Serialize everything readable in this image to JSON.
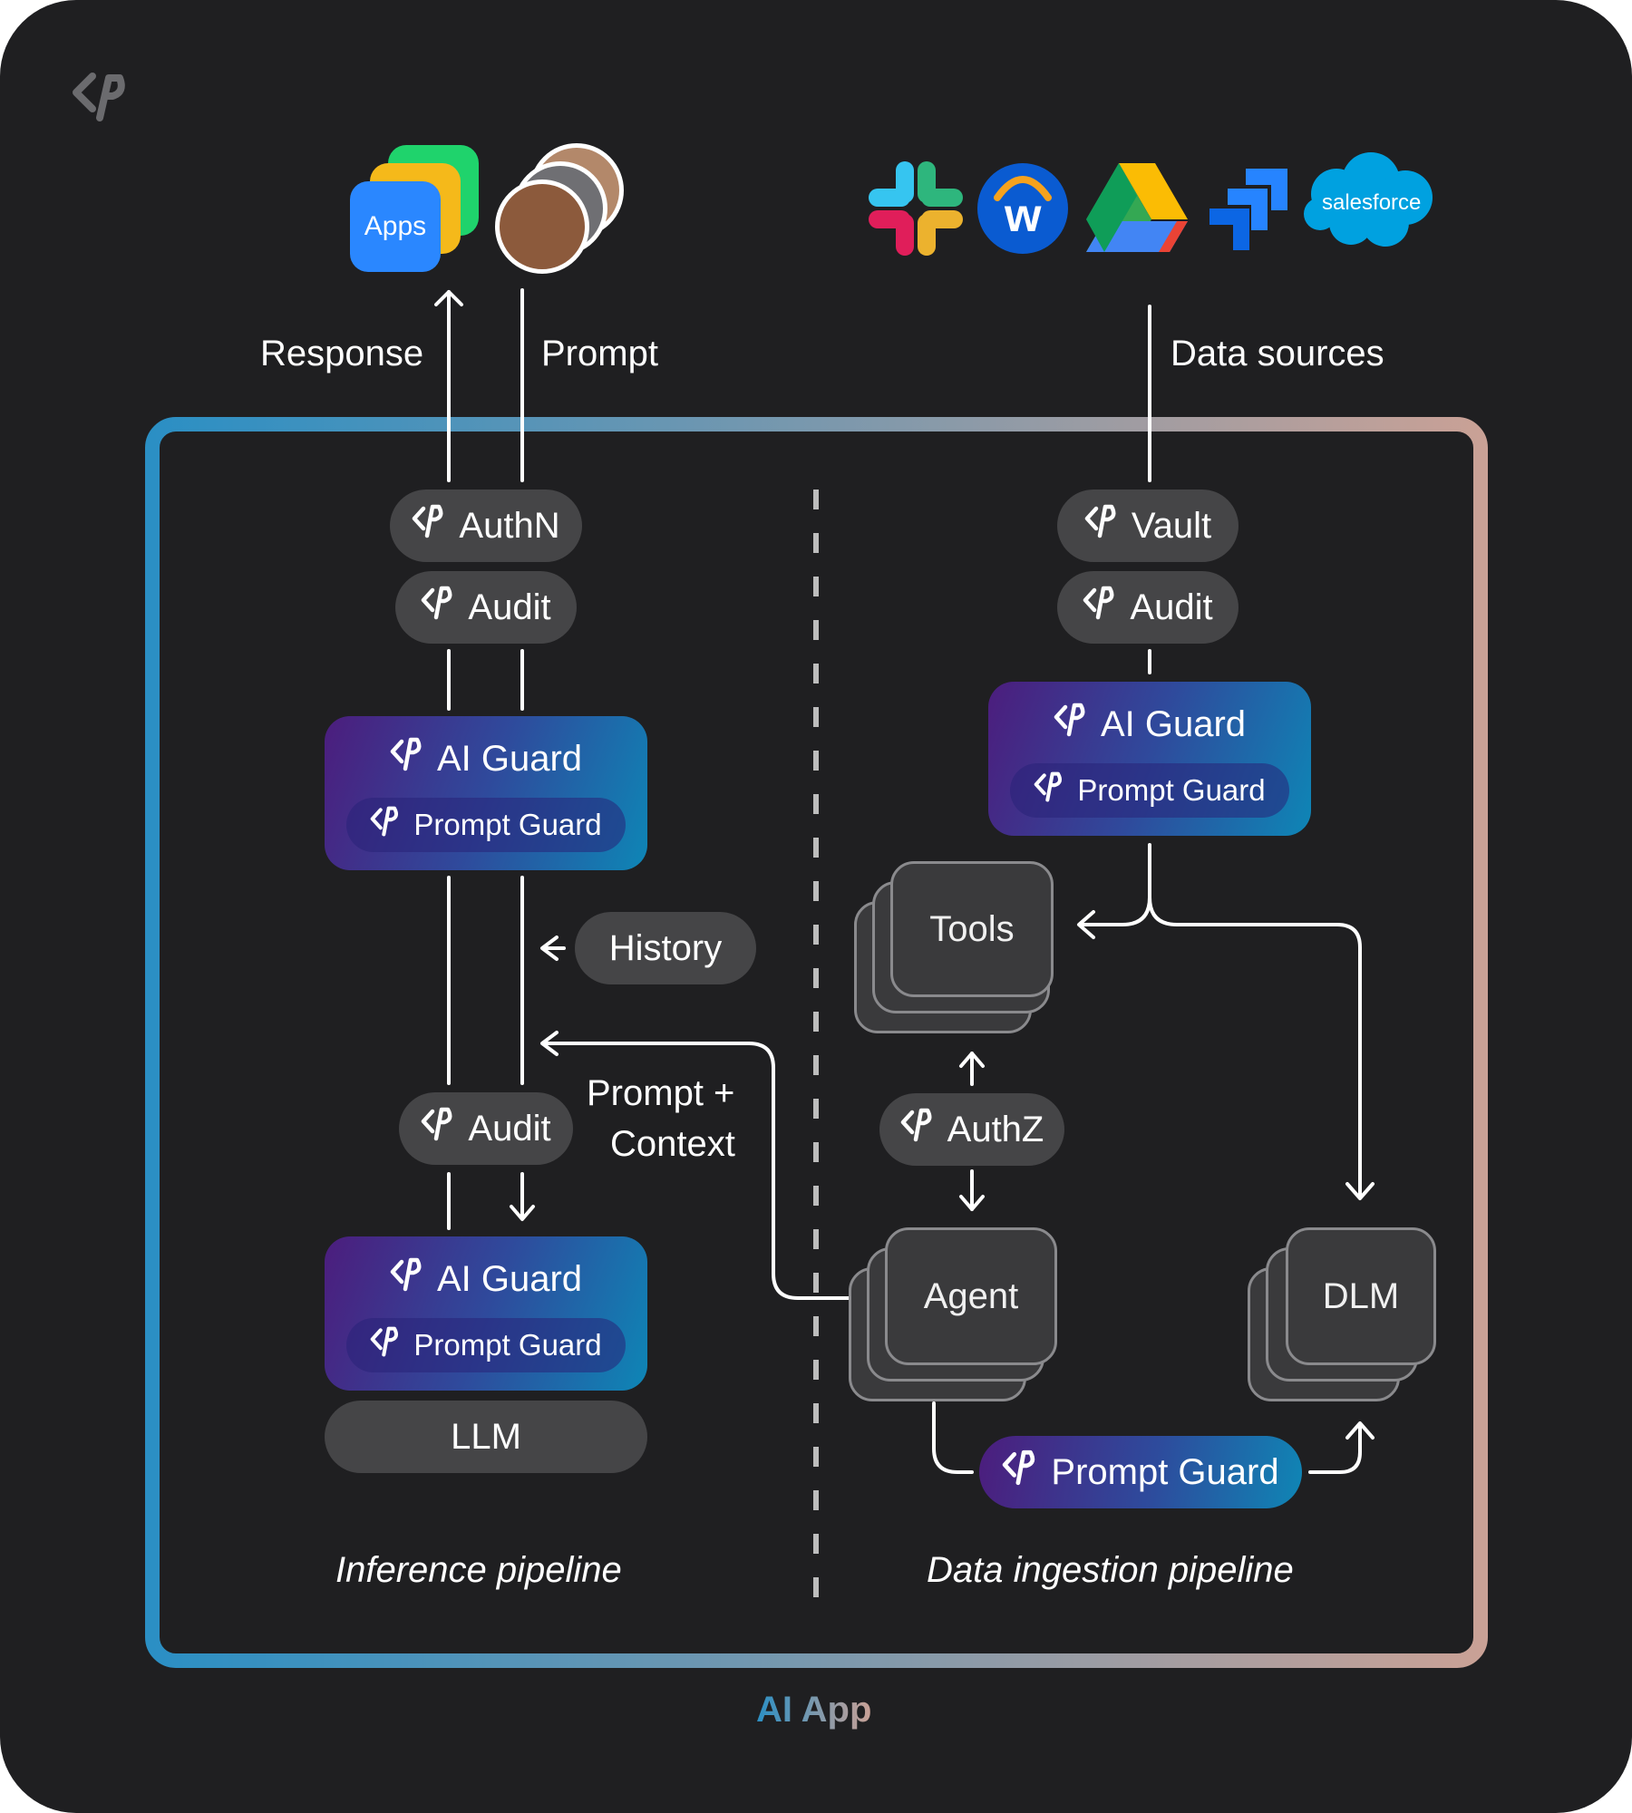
{
  "diagram": {
    "app_title": "AI App",
    "response_label": "Response",
    "prompt_label": "Prompt",
    "data_sources_label": "Data sources",
    "apps_tile_label": "Apps",
    "salesforce_label": "salesforce",
    "workday_letter": "w",
    "inference": {
      "authn": "AuthN",
      "audit_top": "Audit",
      "guard_top_title": "AI Guard",
      "guard_top_inner": "Prompt Guard",
      "history": "History",
      "prompt_context_line1": "Prompt +",
      "prompt_context_line2": "Context",
      "audit_bottom": "Audit",
      "guard_bottom_title": "AI Guard",
      "guard_bottom_inner": "Prompt Guard",
      "llm": "LLM",
      "caption": "Inference pipeline"
    },
    "ingestion": {
      "vault": "Vault",
      "audit": "Audit",
      "guard_title": "AI Guard",
      "guard_inner": "Prompt Guard",
      "tools": "Tools",
      "authz": "AuthZ",
      "agent": "Agent",
      "dlm": "DLM",
      "prompt_guard": "Prompt Guard",
      "caption": "Data ingestion pipeline"
    },
    "colors": {
      "background": "#1f1f21",
      "chip": "#454547",
      "border_start": "#2b8fc4",
      "border_end": "#c9a196",
      "guard_start": "#4c1d7d",
      "guard_end": "#0e86b6"
    },
    "icons": [
      "pangea-logo-icon",
      "slack-icon",
      "workday-icon",
      "google-drive-icon",
      "jira-icon",
      "salesforce-icon",
      "users-icon"
    ]
  }
}
